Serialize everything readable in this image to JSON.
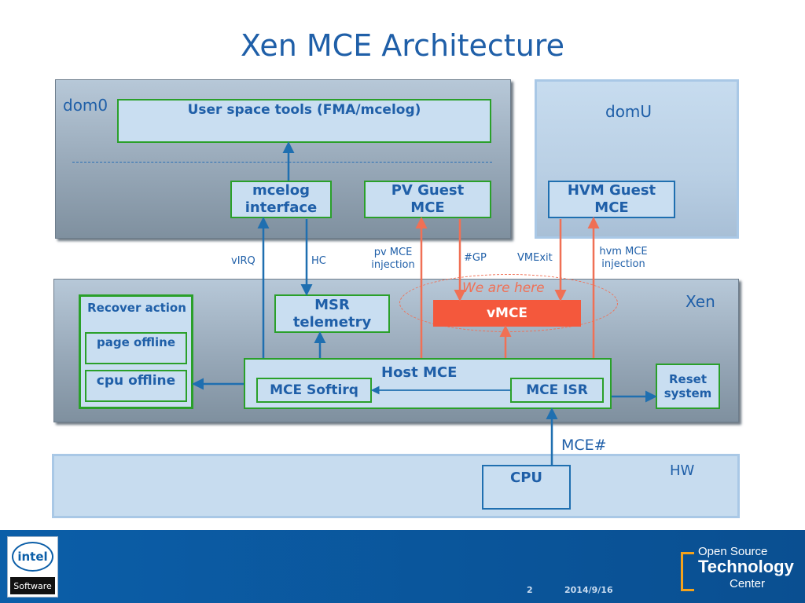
{
  "title": "Xen MCE Architecture",
  "regions": {
    "dom0": "dom0",
    "domU": "domU",
    "xen": "Xen",
    "hw": "HW"
  },
  "boxes": {
    "user_space_tools": "User space tools (FMA/mcelog)",
    "mcelog_interface_1": "mcelog",
    "mcelog_interface_2": "interface",
    "pv_guest_1": "PV Guest",
    "pv_guest_2": "MCE",
    "hvm_guest_1": "HVM Guest",
    "hvm_guest_2": "MCE",
    "msr_1": "MSR",
    "msr_2": "telemetry",
    "vmce": "vMCE",
    "we_are_here": "We are here",
    "recover_action": "Recover action",
    "page_offline": "page offline",
    "cpu_offline": "cpu offline",
    "host_mce": "Host MCE",
    "mce_softirq": "MCE Softirq",
    "mce_isr": "MCE ISR",
    "reset_1": "Reset",
    "reset_2": "system",
    "cpu": "CPU"
  },
  "arrow_labels": {
    "virq": "vIRQ",
    "hc": "HC",
    "pv_mce_1": "pv MCE",
    "pv_mce_2": "injection",
    "gp": "#GP",
    "vmexit": "VMExit",
    "hvm_mce_1": "hvm MCE",
    "hvm_mce_2": "injection",
    "mce_hash": "MCE#"
  },
  "footer": {
    "intel_logo": "intel",
    "software": "Software",
    "page_number": "2",
    "date": "2014/9/16",
    "ost_1": "Open Source",
    "ost_2": "Technology",
    "ost_3": "Center"
  },
  "colors": {
    "accent_blue": "#1f5fa8",
    "arrow_blue": "#1f6fb0",
    "arrow_red": "#f07055",
    "vmce_fill": "#f4583c",
    "green_border": "#2aa02a",
    "footer_blue": "#0b5ea8"
  }
}
